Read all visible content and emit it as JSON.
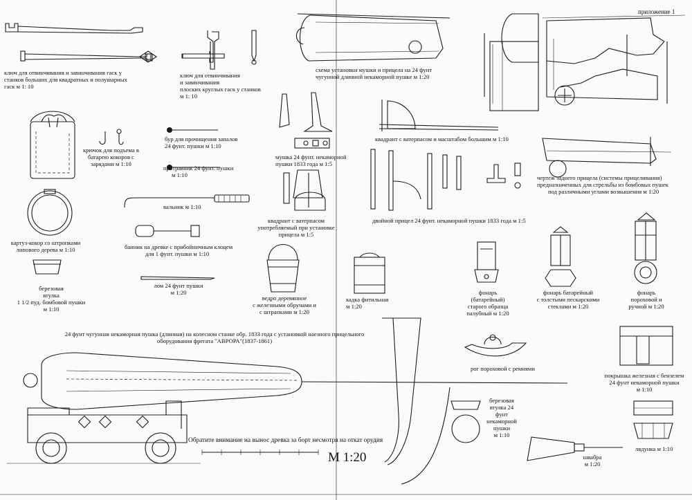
{
  "header": {
    "appendix": "приложение 1"
  },
  "labels": {
    "key_large": [
      "ключ для отвинчивания и завинчивания гаск у",
      "станков больших для квадратных и полушарных",
      "гаск м 1: 10"
    ],
    "key_round": [
      "ключ для отвинчивания",
      "и завинчивания",
      "плоских круглых гаск у станков",
      "м 1: 10"
    ],
    "sight_scheme": [
      "схема установки мушки и прицела на 24 фунт",
      "чугунной длинной некаморной пушке м 1:20"
    ],
    "hook": [
      "крючок для подъема в",
      "батарею кокоров с",
      "зарядами м 1:10"
    ],
    "drill": [
      "бур для прочищения запалов",
      "24 фунт. пушки м 1:10"
    ],
    "pricker": [
      "протравник 24 фунт. пушки",
      "м 1:10"
    ],
    "front_sight": [
      "мушка 24 фунт. некаморной",
      "пушки 1833 года м 1:5"
    ],
    "quadrant_level": [
      "квадрант с ватерпасом и масштабом большим м 1:10"
    ],
    "rear_sight_drawing": [
      "чертеж заднего прицела (системы прицеливания)",
      "предназначенных для стрельбы из бомбовых пушек",
      "под различными углами возвышения м 1:20"
    ],
    "cartridge_case": [
      "картуз-кокор со штропками",
      "липового дерева м 1:10"
    ],
    "rammer": [
      "вальник м 1:10"
    ],
    "quadrant_sight": [
      "квадрант с ватерпасом",
      "употребляемый при установке",
      "прицела м 1:5"
    ],
    "double_sight": [
      "двойной прицел 24 фунт. некаморной пушки 1833 года м 1:5"
    ],
    "sponge": [
      "банник на древке с прибойничным клоцем",
      "для 1 фунт. пушки м 1:10"
    ],
    "birch_sleeve_small": [
      "березовая",
      "втулка",
      "1 1/2 пуд. бомбовой пушки",
      "м 1:10"
    ],
    "crowbar": [
      "лом 24 фунт пушки",
      "м 1:20"
    ],
    "bucket": [
      "ведро деревянное",
      "с железными обручами и",
      "с штрапками м 1:20"
    ],
    "match_tub": [
      "кадка фитильная",
      "м 1:20"
    ],
    "lantern_old": [
      "фонарь",
      "(батарейный)",
      "старого образца",
      "палубный м 1:20"
    ],
    "lantern_battery": [
      "фонарь батарейный",
      "с толстыми пескарскими",
      "стеклами м 1:20"
    ],
    "lantern_powder": [
      "фонарь",
      "пороховой и",
      "ручной м 1:20"
    ],
    "main_gun": [
      "24 фунт чугунная некаморная пушка (длинная) на колесном станке обр. 1833 года с установкой наезного прицельного",
      "оборудования фрегата \"АВРОРА\"(1837-1861)"
    ],
    "powder_horn": [
      "рог пороховой с ремнями"
    ],
    "iron_cover": [
      "покрышка железная с бензелем",
      "24 фунт некаморной пушки",
      "м 1:10"
    ],
    "birch_sleeve_24": [
      "березовая",
      "втулка 24",
      "фунт",
      "некаморной",
      "пушки",
      "м 1:10"
    ],
    "note": [
      "Обратите внимание на вынос древка за борт  несмотря на откат орудия"
    ],
    "scale": [
      "М 1:20"
    ],
    "mop": [
      "швабра",
      "м 1:20"
    ],
    "ladle": [
      "лядунка м 1:10"
    ]
  }
}
